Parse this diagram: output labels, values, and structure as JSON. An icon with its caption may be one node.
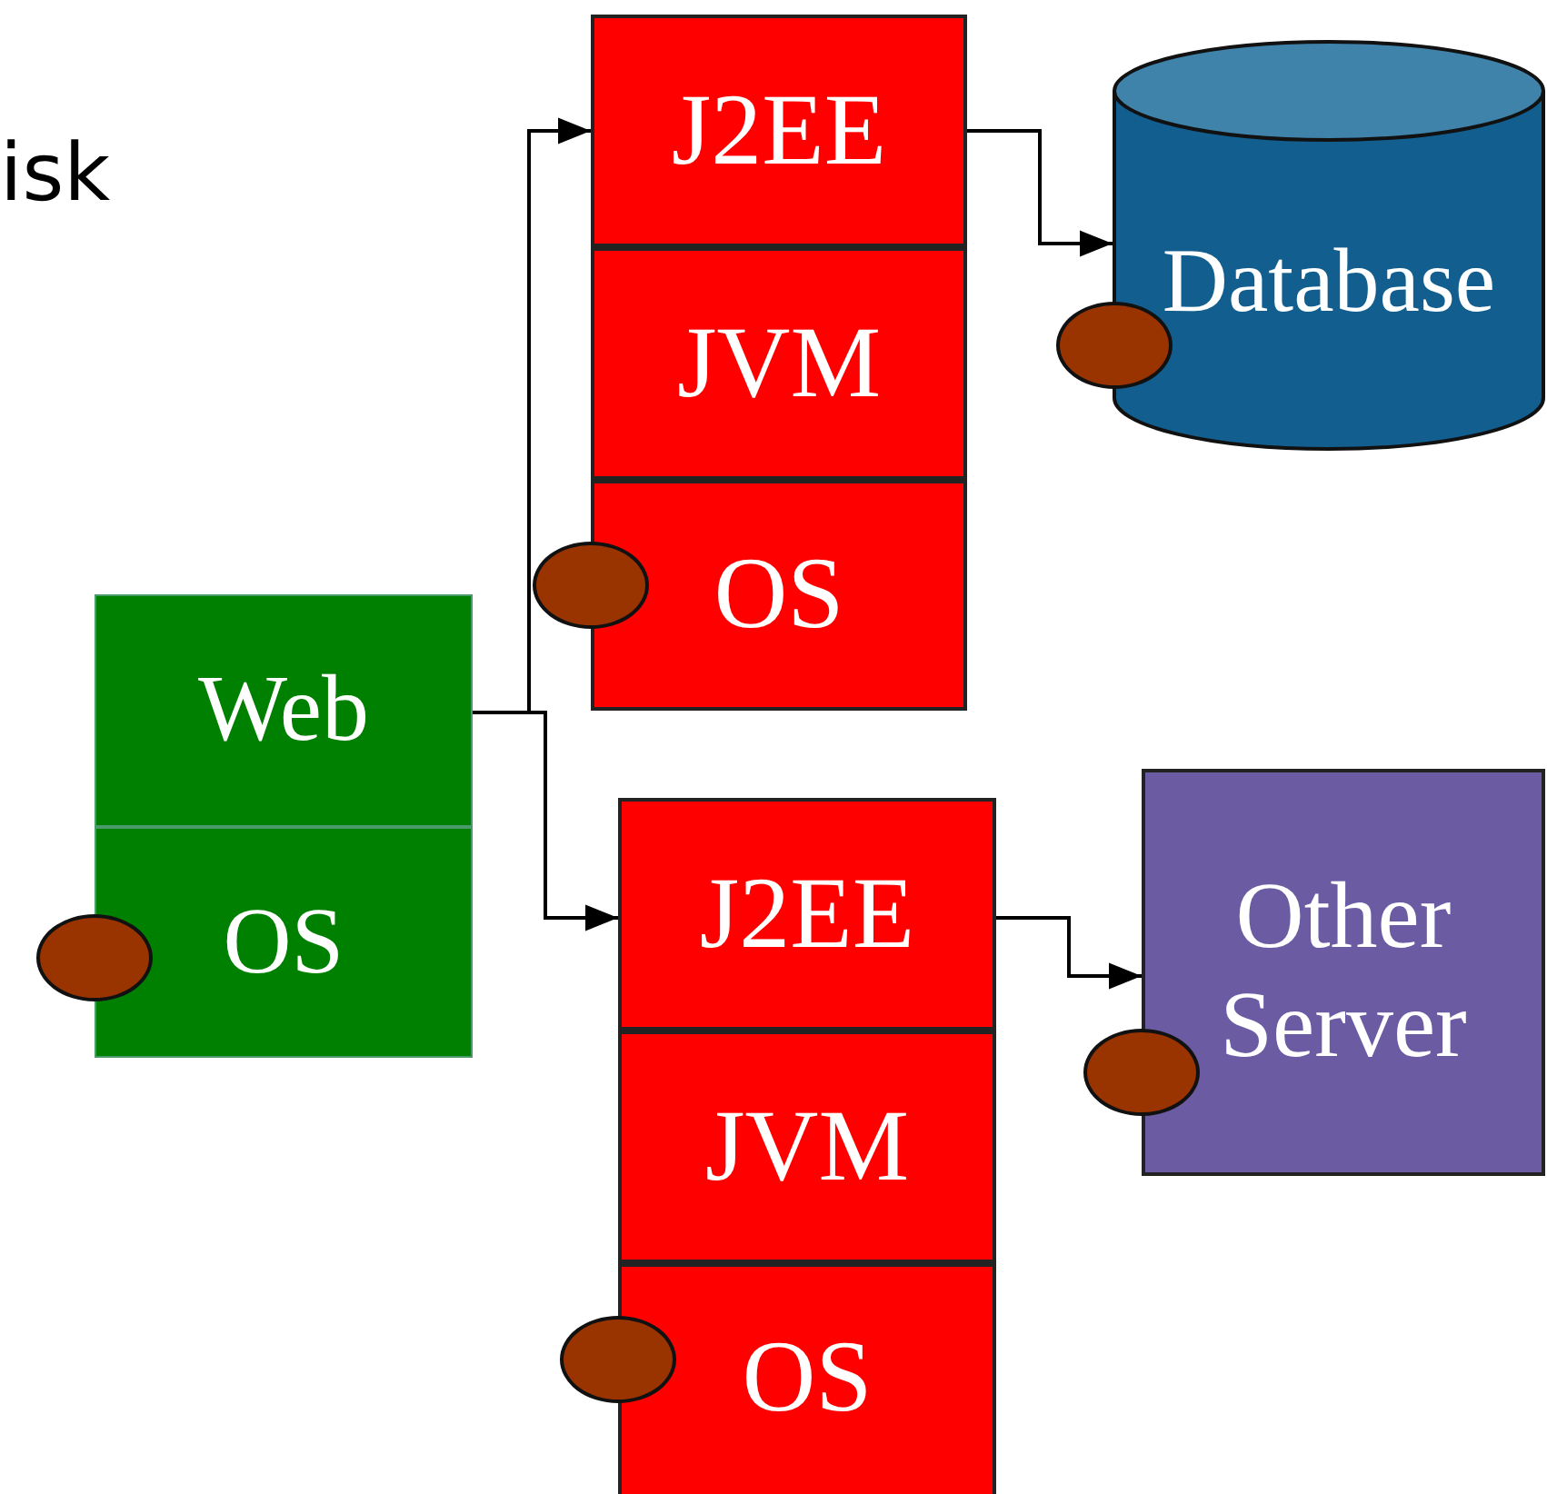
{
  "diagram": {
    "nodes": [
      {
        "text": [
          "Web"
        ]
      },
      {
        "text": [
          "OS"
        ]
      },
      {
        "text": [
          "J2EE"
        ]
      },
      {
        "text": [
          "JVM"
        ]
      },
      {
        "text": [
          "OS"
        ]
      },
      {
        "text": [
          "Database"
        ]
      },
      {
        "text": [
          "J2EE"
        ]
      },
      {
        "text": [
          "JVM"
        ]
      },
      {
        "text": [
          "OS"
        ]
      },
      {
        "text": [
          "Other Server"
        ]
      },
      {
        "text": [],
        "shape": "circle"
      },
      {
        "text": [],
        "shape": "circle"
      },
      {
        "text": [],
        "shape": "circle"
      },
      {
        "text": [],
        "shape": "circle"
      },
      {
        "text": [],
        "shape": "circle"
      }
    ],
    "edges": [
      {
        "from": 0,
        "to": 2,
        "arrow": "to"
      },
      {
        "from": 0,
        "to": 6,
        "arrow": "to"
      },
      {
        "from": 2,
        "to": 5,
        "arrow": "to"
      },
      {
        "from": 6,
        "to": 9,
        "arrow": "to"
      }
    ],
    "labels": [
      "isk"
    ]
  }
}
